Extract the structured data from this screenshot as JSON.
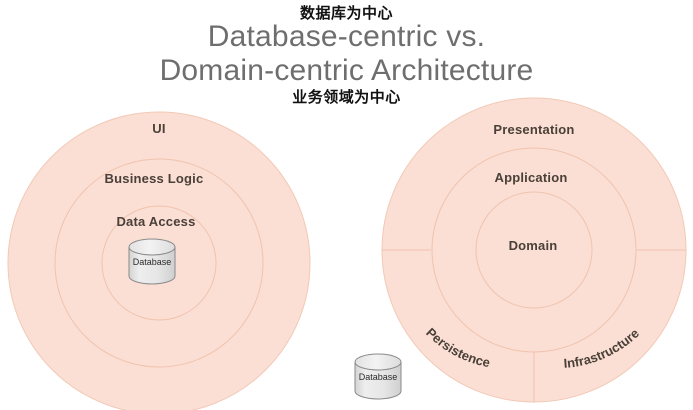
{
  "header": {
    "annotation_top": "数据库为中心",
    "annotation_bottom": "业务领域为中心",
    "title_line1": "Database-centric vs.",
    "title_line2": "Domain-centric Architecture"
  },
  "colors": {
    "ring_fill": "#fbdfd4",
    "ring_stroke": "#f0c3ae",
    "label_text": "#4a4038",
    "title_text": "#6e6e6e",
    "annotation_text": "#111111",
    "cylinder_fill": "#e4e4e4",
    "cylinder_top": "#ededed",
    "cylinder_stroke": "#8a8a8a",
    "background": "#ffffff"
  },
  "left_diagram": {
    "name": "database-centric-architecture",
    "rings": [
      {
        "id": "ui",
        "label": "UI"
      },
      {
        "id": "business-logic",
        "label": "Business Logic"
      },
      {
        "id": "data-access",
        "label": "Data Access"
      }
    ],
    "center_node": {
      "id": "database",
      "label": "Database",
      "shape": "cylinder"
    }
  },
  "right_diagram": {
    "name": "domain-centric-architecture",
    "rings": [
      {
        "id": "presentation",
        "label": "Presentation"
      },
      {
        "id": "application",
        "label": "Application"
      },
      {
        "id": "domain",
        "label": "Domain"
      }
    ],
    "sectors": [
      {
        "id": "persistence",
        "label": "Persistence"
      },
      {
        "id": "infrastructure",
        "label": "Infrastructure"
      }
    ]
  },
  "external_node": {
    "id": "database-external",
    "label": "Database",
    "shape": "cylinder"
  }
}
